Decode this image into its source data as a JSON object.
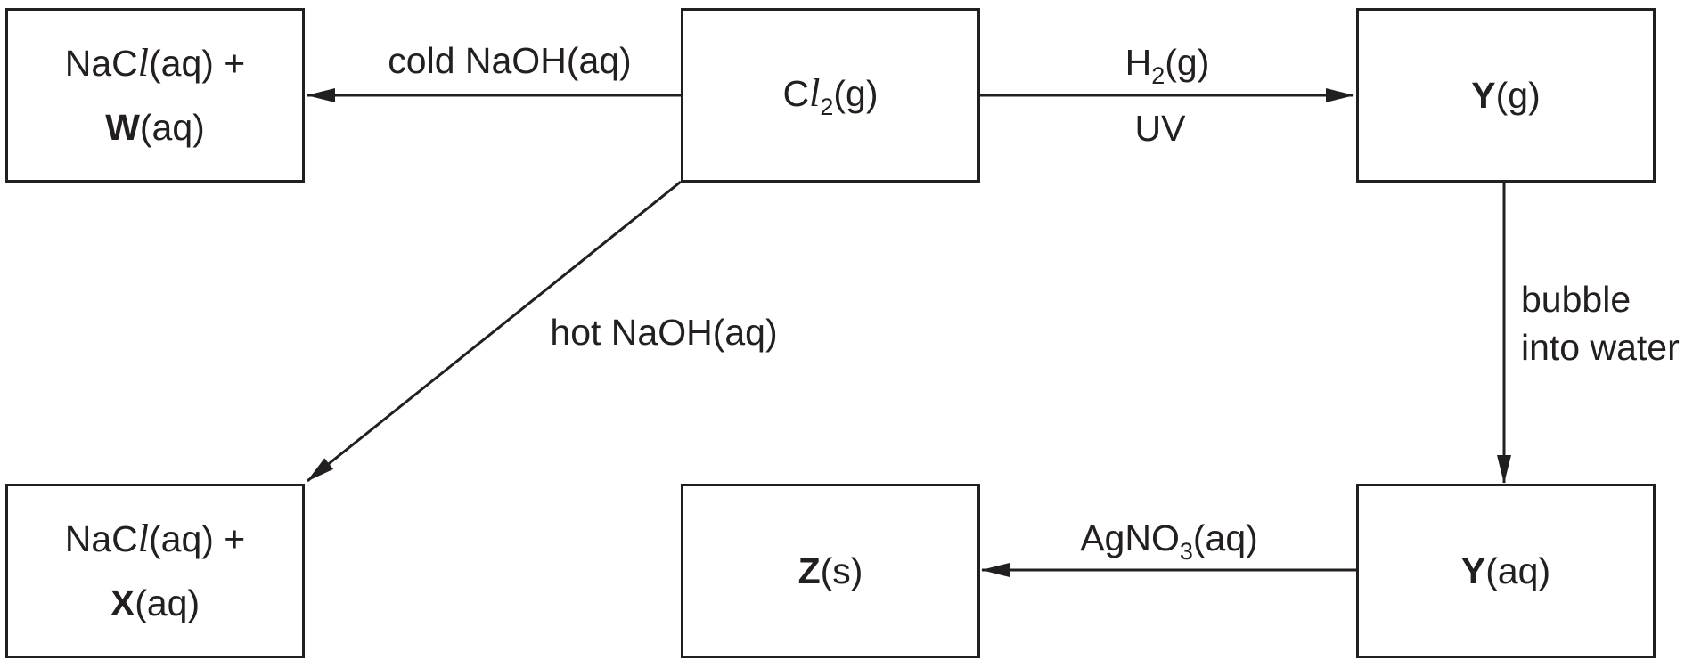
{
  "nodes": {
    "cold_product": {
      "line1_pre": "NaC",
      "line1_italic": "l",
      "line1_post": "(aq) +",
      "line2_bold": "W",
      "line2_rest": "(aq)"
    },
    "chlorine": {
      "pre": "C",
      "italic": "l",
      "sub": "2",
      "post": "(g)"
    },
    "y_gas": {
      "bold": "Y",
      "rest": "(g)"
    },
    "hot_product": {
      "line1_pre": "NaC",
      "line1_italic": "l",
      "line1_post": "(aq) +",
      "line2_bold": "X",
      "line2_rest": "(aq)"
    },
    "z_solid": {
      "bold": "Z",
      "rest": "(s)"
    },
    "y_aq": {
      "bold": "Y",
      "rest": "(aq)"
    }
  },
  "edges": {
    "cold_naoh": {
      "label": "cold NaOH(aq)"
    },
    "hydrogen": {
      "pre": "H",
      "sub": "2",
      "post": "(g)",
      "condition": "UV"
    },
    "hot_naoh": {
      "label": "hot NaOH(aq)"
    },
    "bubble": {
      "line1": "bubble",
      "line2": "into water"
    },
    "silver_nitrate": {
      "pre": "AgNO",
      "sub": "3",
      "post": "(aq)"
    }
  },
  "colors": {
    "ink": "#231f20",
    "background": "#ffffff"
  }
}
